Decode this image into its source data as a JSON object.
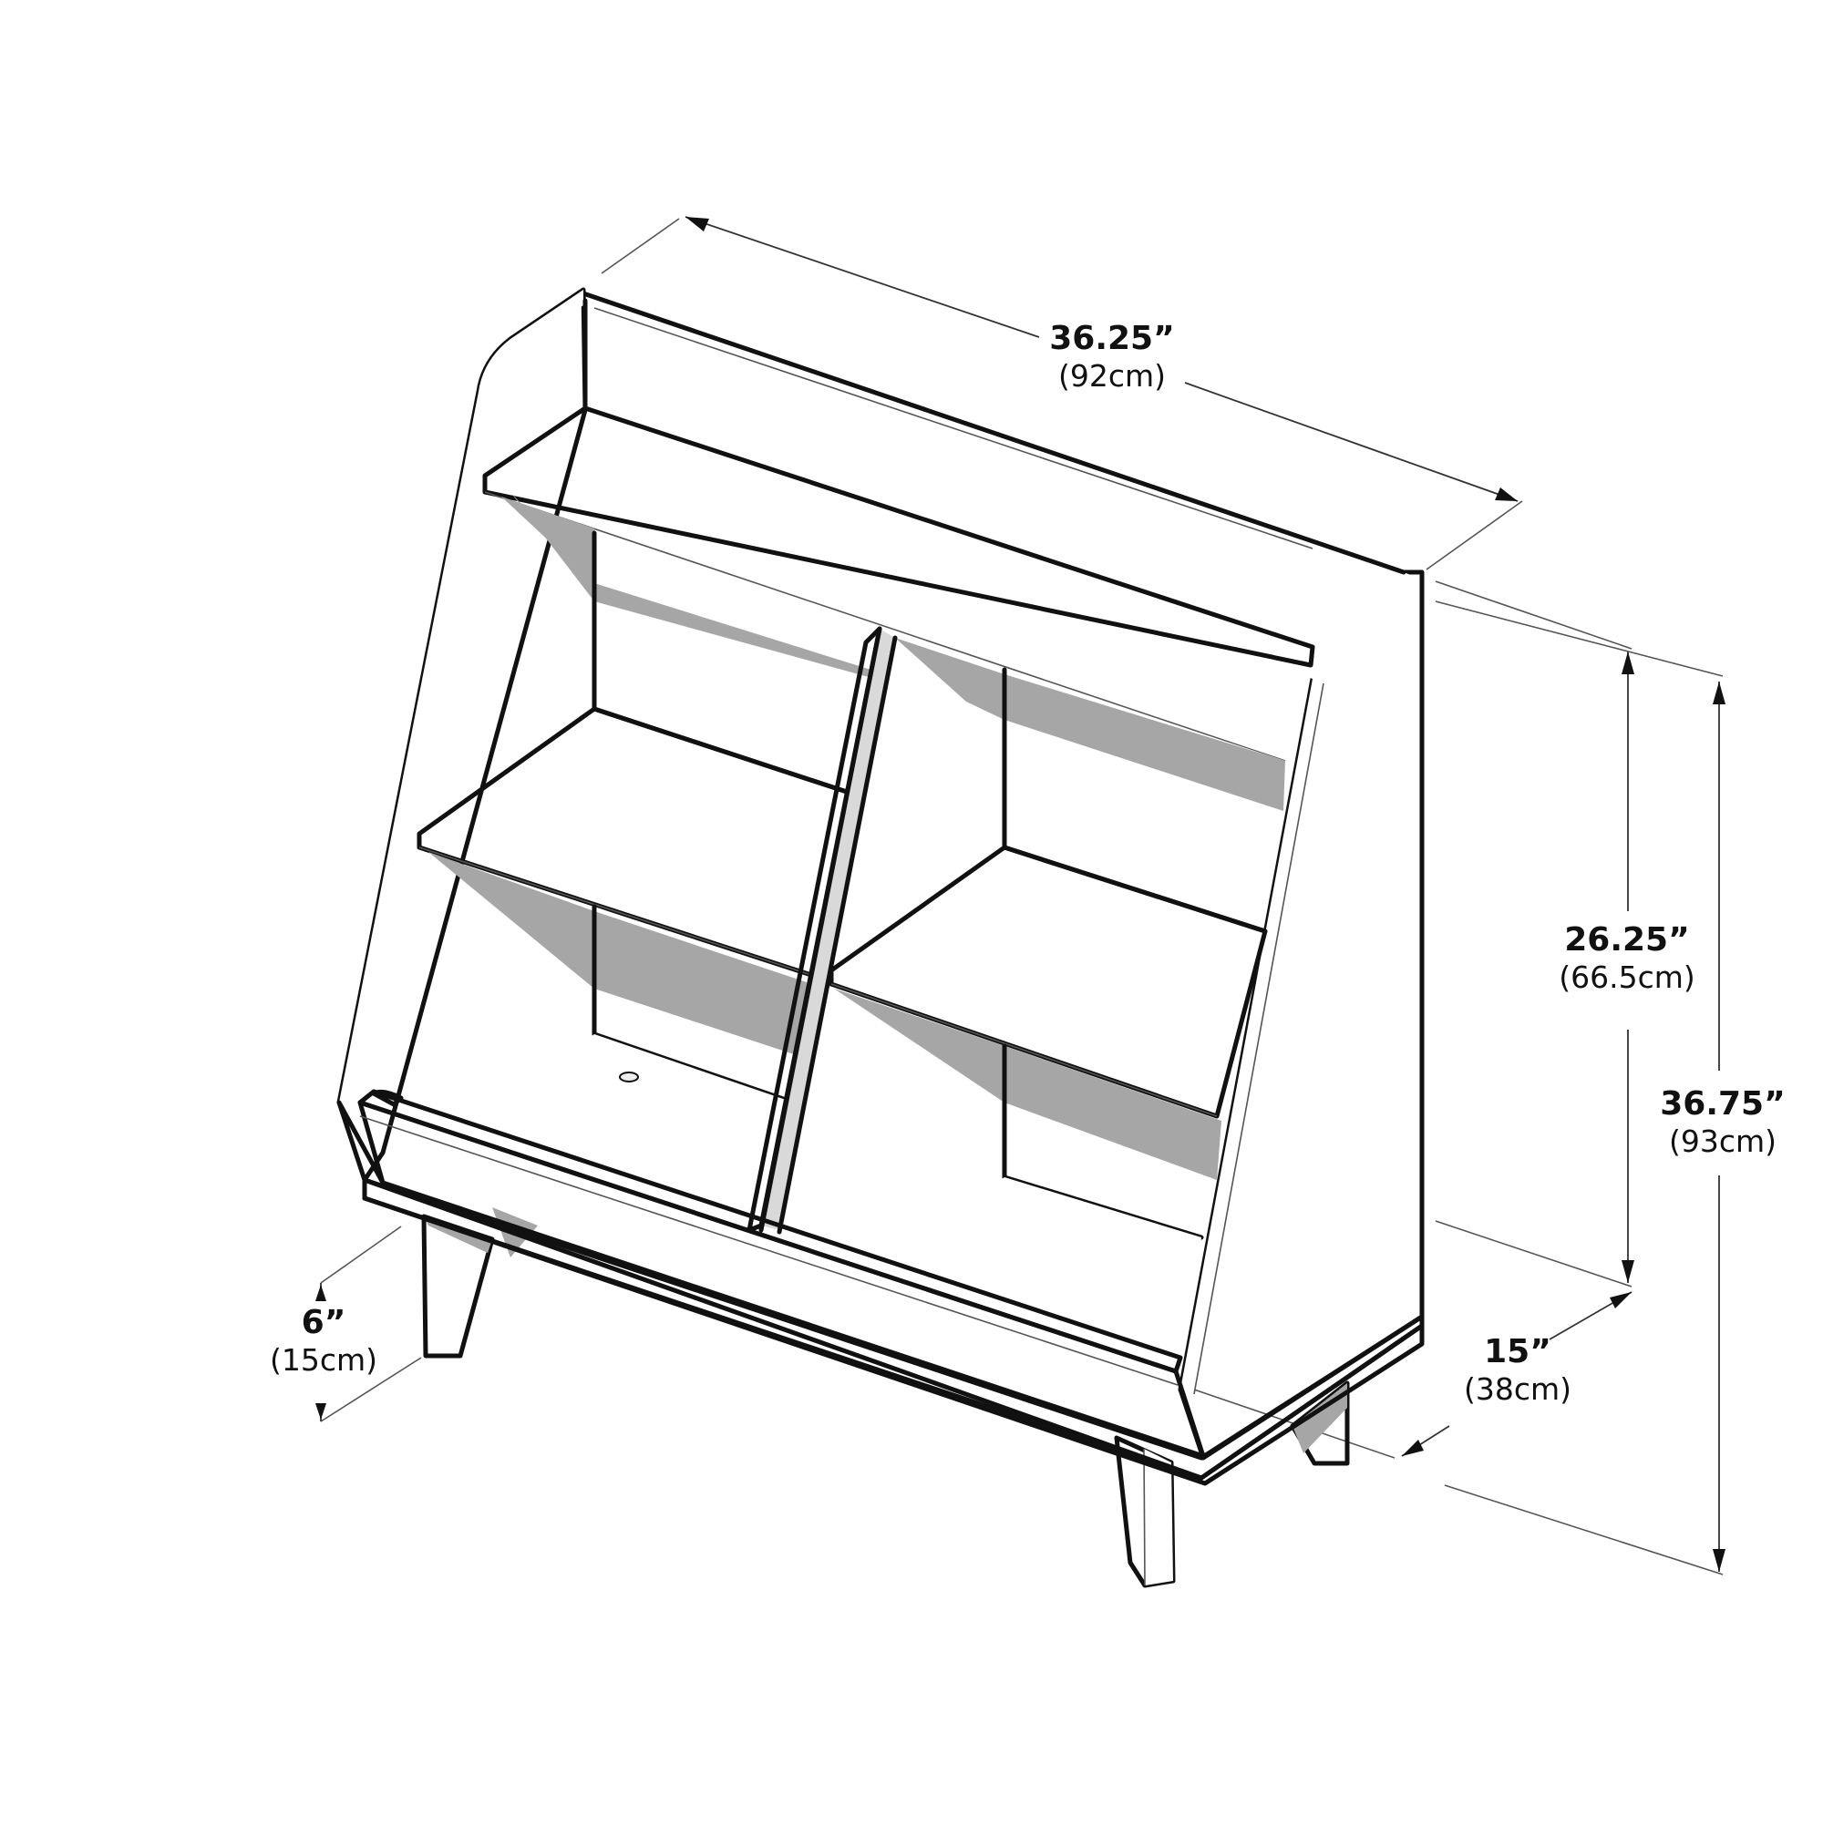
{
  "diagram": {
    "subject": "Bookcase / storage bin unit with four angled cubbies, top display ledge and splayed legs",
    "colors": {
      "background": "#ffffff",
      "outline": "#111111",
      "panel_fill": "#d9d9d9",
      "shadow_fill": "#a6a6a6",
      "face_white": "#ffffff"
    }
  },
  "dimensions": {
    "width": {
      "imperial": "36.25”",
      "metric": "(92cm)"
    },
    "front_height": {
      "imperial": "26.25”",
      "metric": "(66.5cm)"
    },
    "overall_height": {
      "imperial": "36.75”",
      "metric": "(93cm)"
    },
    "leg_height": {
      "imperial": "6”",
      "metric": "(15cm)"
    },
    "depth": {
      "imperial": "15”",
      "metric": "(38cm)"
    }
  }
}
